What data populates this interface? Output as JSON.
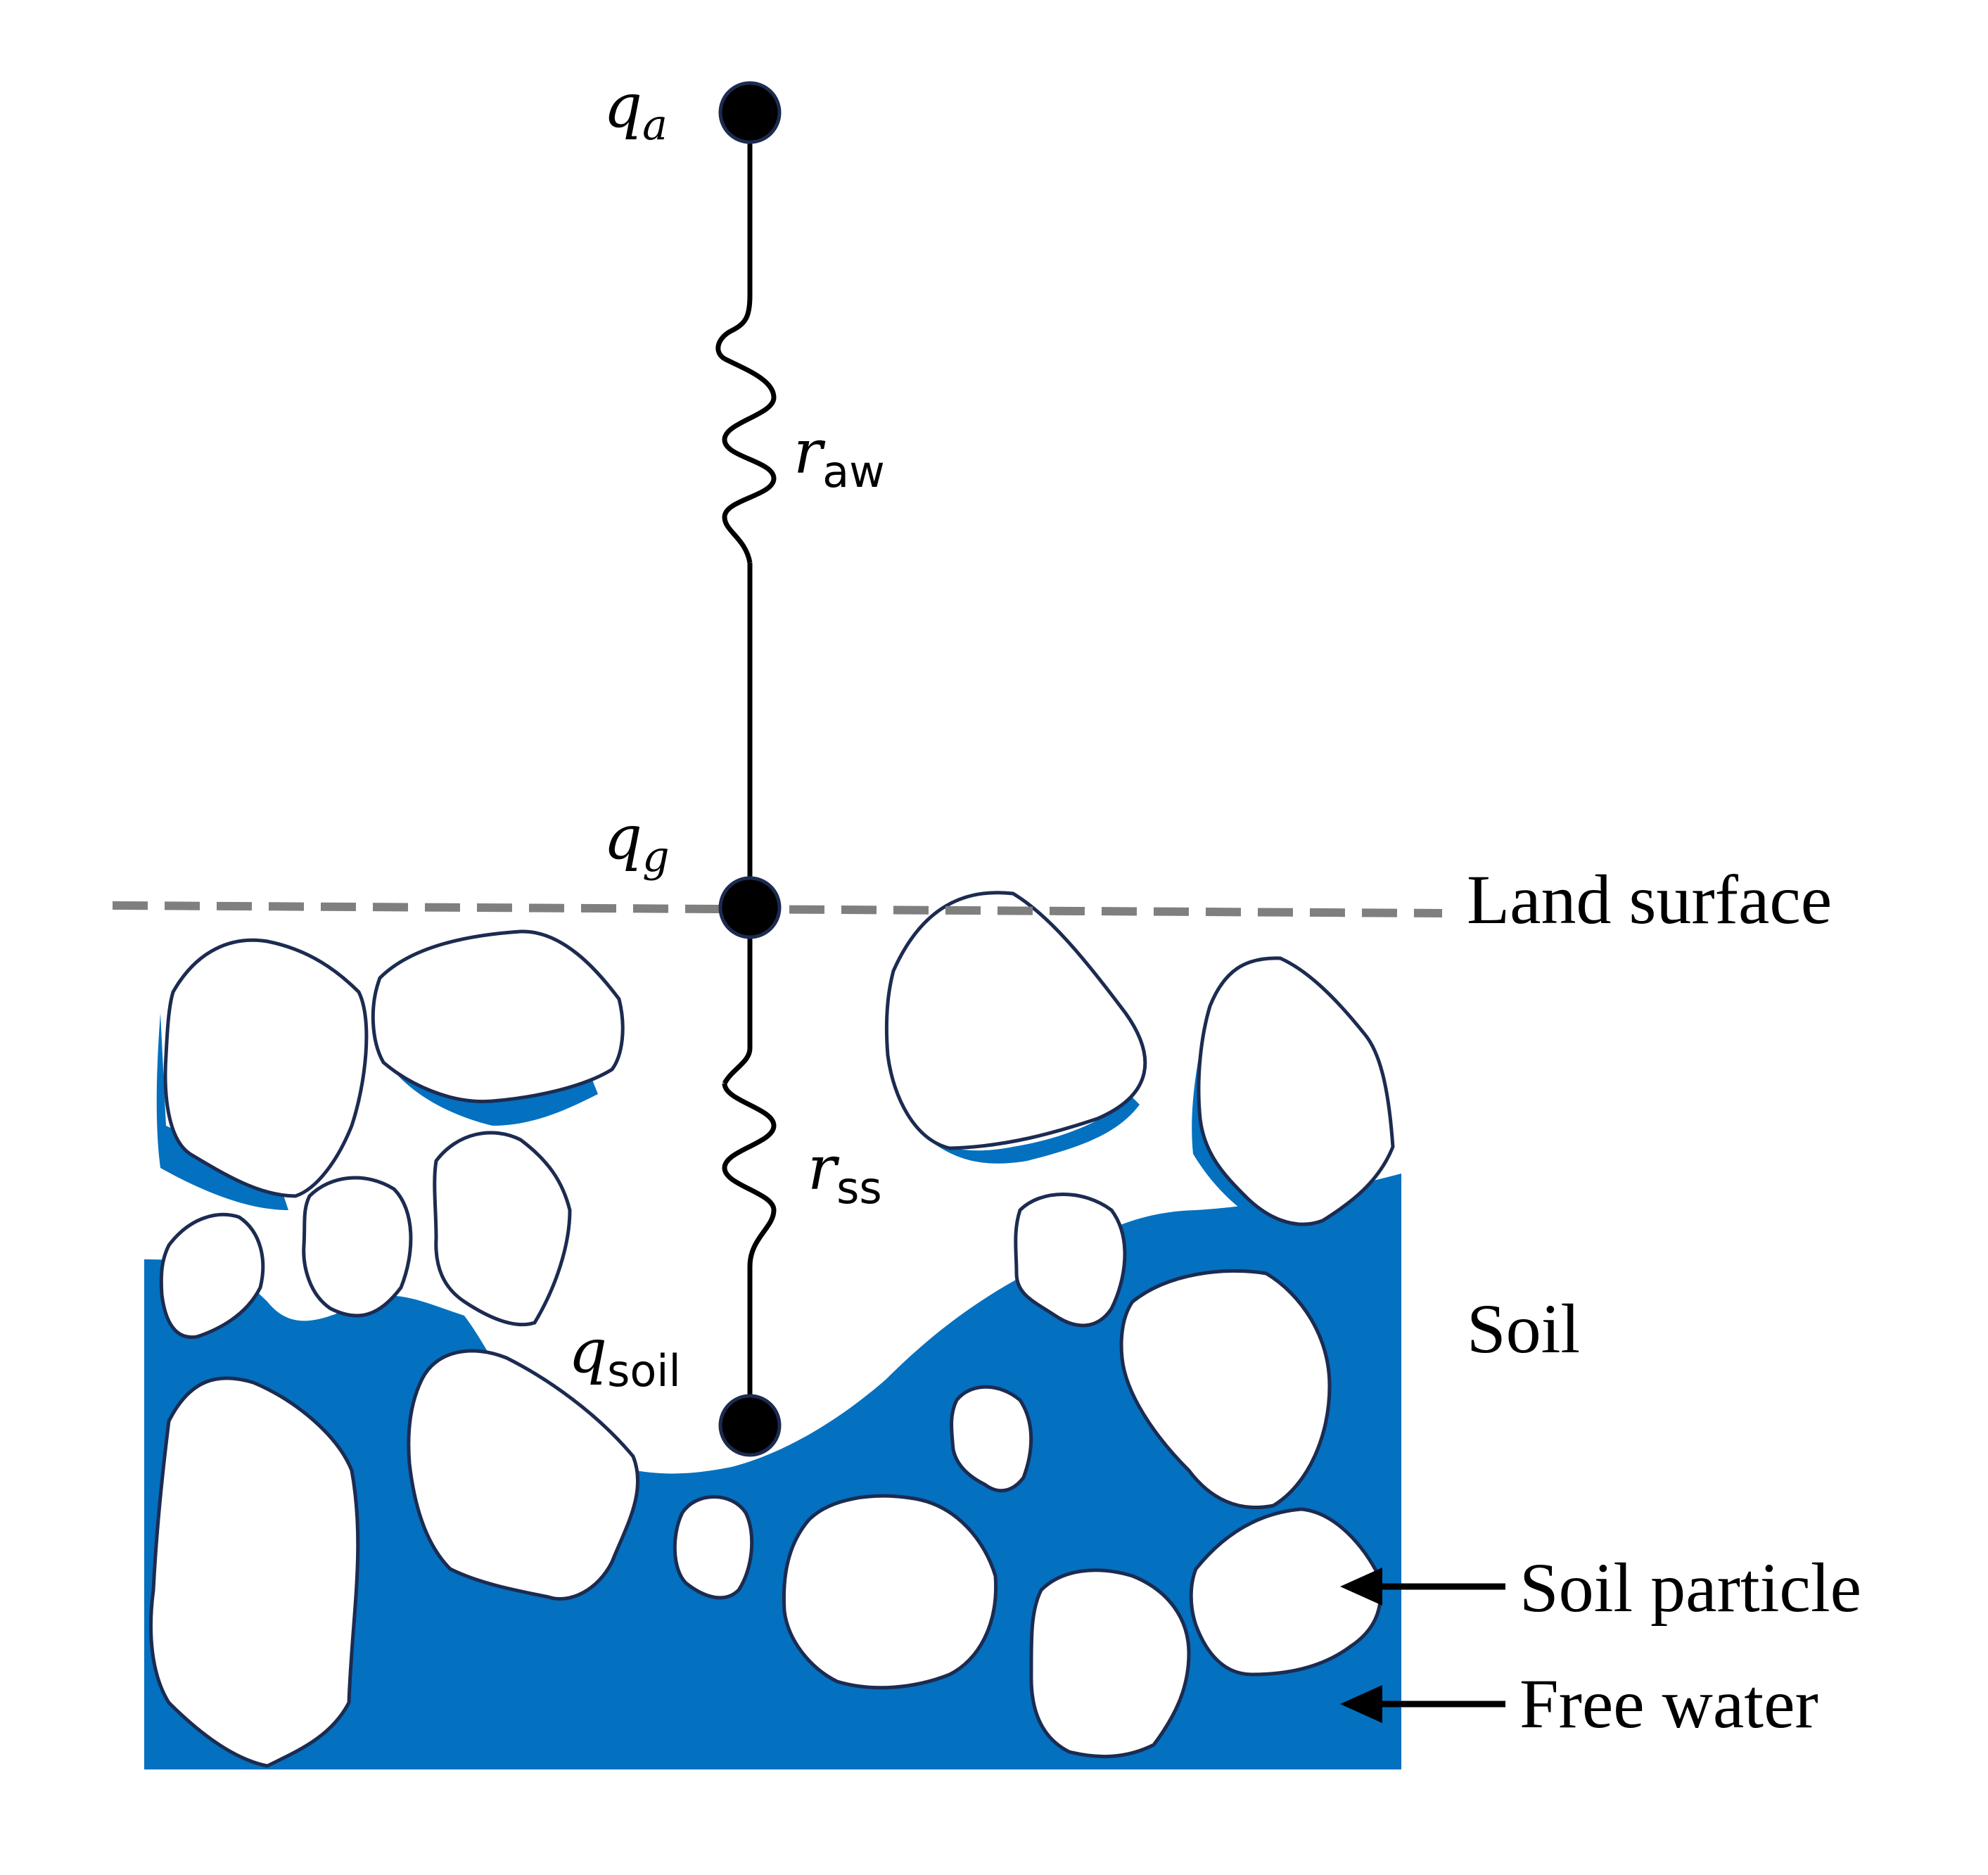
{
  "nodes": {
    "qa": {
      "symbol": "q",
      "subscript": "a"
    },
    "qg": {
      "symbol": "q",
      "subscript": "g"
    },
    "qsoil": {
      "symbol": "q",
      "subscript": "soil"
    }
  },
  "resistors": {
    "raw": {
      "symbol": "r",
      "subscript": "aw"
    },
    "rss": {
      "symbol": "r",
      "subscript": "ss"
    }
  },
  "labels": {
    "land_surface": "Land surface",
    "soil": "Soil",
    "soil_particle": "Soil particle",
    "free_water": "Free water"
  },
  "colors": {
    "water": "#0470c0",
    "particle_outline": "#1c2b50",
    "land_surface_line": "#7f7f7f",
    "circuit": "#000000"
  }
}
